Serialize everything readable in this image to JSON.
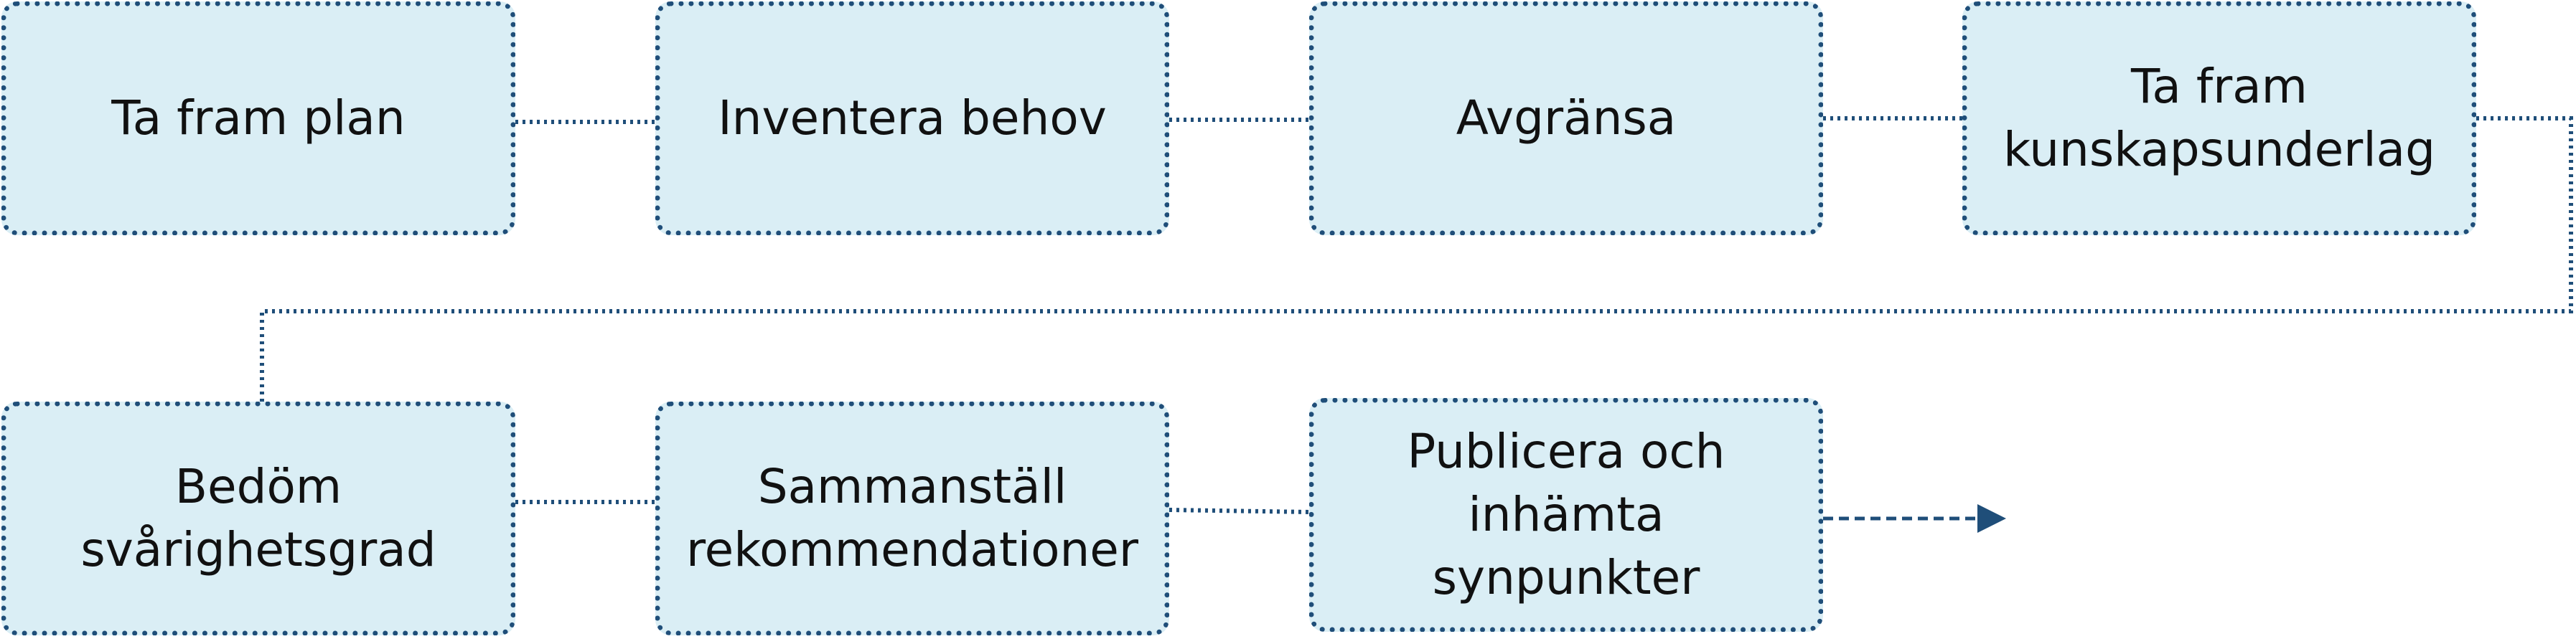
{
  "diagram": {
    "steps": [
      {
        "label": "Ta fram plan"
      },
      {
        "label": "Inventera behov"
      },
      {
        "label": "Avgränsa"
      },
      {
        "label": "Ta fram\nkunskapsunderlag"
      },
      {
        "label": "Bedöm\nsvårighetsgrad"
      },
      {
        "label": "Sammanställ\nrekommendationer"
      },
      {
        "label": "Publicera och\ninhämta\nsynpunkter"
      }
    ],
    "colors": {
      "box_fill": "#daeef5",
      "border": "#1f4e79",
      "connector": "#1f4e79",
      "text": "#111111"
    }
  }
}
